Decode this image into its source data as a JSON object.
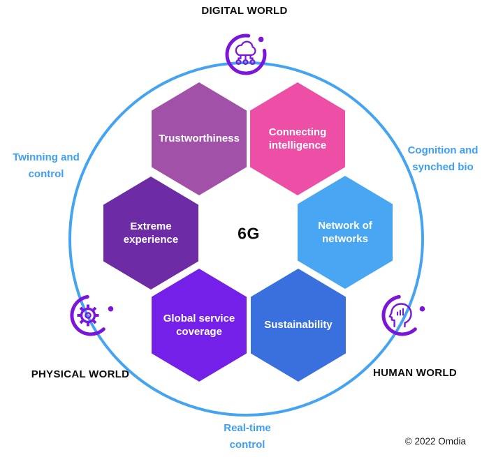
{
  "diagram": {
    "center_label": "6G",
    "worlds": {
      "digital": "DIGITAL WORLD",
      "physical": "PHYSICAL WORLD",
      "human": "HUMAN WORLD"
    },
    "edge_labels": {
      "twinning": "Twinning and\ncontrol",
      "cognition": "Cognition and\nsynched bio",
      "realtime": "Real-time\ncontrol"
    },
    "hexagons": [
      {
        "label": "Trustworthiness",
        "color": "#A151A8"
      },
      {
        "label": "Connecting\nintelligence",
        "color": "#EE4FA6"
      },
      {
        "label": "Extreme\nexperience",
        "color": "#6D2BA6"
      },
      {
        "label": "Network of\nnetworks",
        "color": "#48A6F3"
      },
      {
        "label": "Global service\ncoverage",
        "color": "#7420E8"
      },
      {
        "label": "Sustainability",
        "color": "#3970DE"
      }
    ],
    "icons": {
      "top": "cloud-network-icon",
      "left": "gear-icon",
      "right": "cognitive-head-icon"
    },
    "colors": {
      "circle_stroke": "#45A4F2",
      "edge_label_text": "#3E9FF0",
      "icon_purple": "#7B15DB",
      "world_label_text": "#0D0D0D",
      "hexagon_text": "#FFFFFF"
    },
    "copyright": "© 2022 Omdia"
  }
}
